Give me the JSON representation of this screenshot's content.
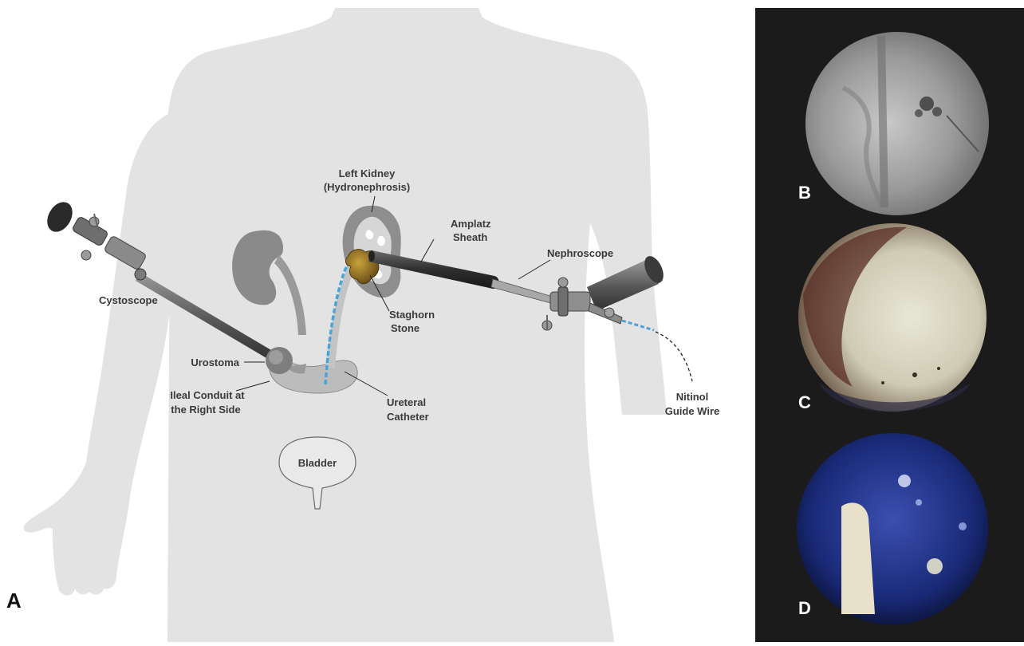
{
  "panel_a": {
    "letter": "A",
    "labels": {
      "cystoscope": "Cystoscope",
      "kidney_1": "Left Kidney",
      "kidney_2": "(Hydronephrosis)",
      "amplatz_1": "Amplatz",
      "amplatz_2": "Sheath",
      "nephroscope": "Nephroscope",
      "staghorn_1": "Staghorn",
      "staghorn_2": "Stone",
      "urostoma": "Urostoma",
      "ileal_1": "Ileal Conduit at",
      "ileal_2": "the Right Side",
      "ureteral_1": "Ureteral",
      "ureteral_2": "Catheter",
      "nitinol_1": "Nitinol",
      "nitinol_2": "Guide Wire",
      "bladder": "Bladder"
    }
  },
  "panels": {
    "b": "B",
    "c": "C",
    "d": "D"
  },
  "colors": {
    "body": "#e3e3e3",
    "organ": "#8a8a8a",
    "kidney_light": "#c9c9c9",
    "instrument": "#4d4d4d",
    "catheter": "#4aa3d9",
    "stone": "#8a6a1e",
    "panel_bg": "#1b1b1b"
  }
}
